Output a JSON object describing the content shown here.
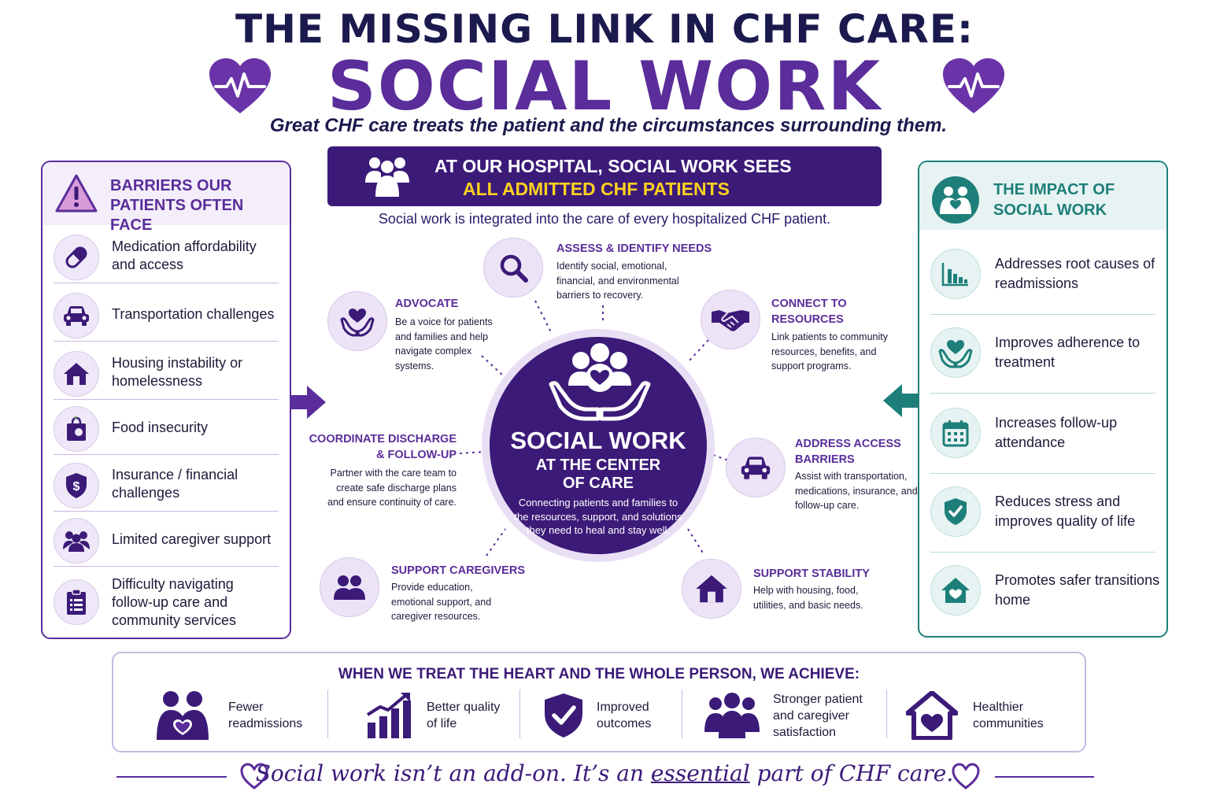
{
  "header": {
    "title_line1": "THE MISSING LINK IN CHF CARE:",
    "title_line2": "SOCIAL WORK",
    "subtitle": "Great CHF care treats the patient and the circumstances surrounding them."
  },
  "banner": {
    "line1": "AT OUR HOSPITAL, SOCIAL WORK SEES",
    "line2": "ALL ADMITTED CHF PATIENTS",
    "integrated": "Social work is integrated into the care of every hospitalized CHF patient."
  },
  "barriers": {
    "heading": "BARRIERS OUR PATIENTS OFTEN FACE",
    "items": [
      {
        "icon": "pill-icon",
        "label": "Medication affordability and access"
      },
      {
        "icon": "car-icon",
        "label": "Transportation challenges"
      },
      {
        "icon": "house-icon",
        "label": "Housing instability or homelessness"
      },
      {
        "icon": "grocery-bag-icon",
        "label": "Food insecurity"
      },
      {
        "icon": "dollar-shield-icon",
        "label": "Insurance / financial challenges"
      },
      {
        "icon": "people-icon",
        "label": "Limited caregiver support"
      },
      {
        "icon": "clipboard-icon",
        "label": "Difficulty navigating follow-up care and community services"
      }
    ]
  },
  "impact": {
    "heading": "THE IMPACT OF SOCIAL WORK",
    "items": [
      {
        "icon": "bar-chart-icon",
        "label": "Addresses root causes of readmissions"
      },
      {
        "icon": "heart-hands-icon",
        "label": "Improves adherence to treatment"
      },
      {
        "icon": "calendar-icon",
        "label": "Increases follow-up attendance"
      },
      {
        "icon": "shield-check-icon",
        "label": "Reduces stress and improves quality of life"
      },
      {
        "icon": "house-heart-icon",
        "label": "Promotes safer transitions home"
      }
    ]
  },
  "center": {
    "title": "SOCIAL WORK",
    "subtitle": "AT THE CENTER OF CARE",
    "description": "Connecting patients and families to the resources, support, and solutions they need to heal and stay well."
  },
  "services": {
    "assess": {
      "title": "ASSESS & IDENTIFY NEEDS",
      "desc": "Identify social, emotional, financial, and environmental barriers to recovery.",
      "icon": "magnifier-icon"
    },
    "advocate": {
      "title": "ADVOCATE",
      "desc": "Be a voice for patients and families and help navigate complex systems.",
      "icon": "heart-hands-icon"
    },
    "connect": {
      "title": "CONNECT TO RESOURCES",
      "desc": "Link patients to community resources, benefits, and support programs.",
      "icon": "handshake-icon"
    },
    "coordinate": {
      "title": "COORDINATE DISCHARGE & FOLLOW-UP",
      "desc": "Partner with the care team to create safe discharge plans and ensure continuity of care.",
      "icon": ""
    },
    "access": {
      "title": "ADDRESS ACCESS BARRIERS",
      "desc": "Assist with transportation, medications, insurance, and follow-up care.",
      "icon": "car-icon"
    },
    "caregivers": {
      "title": "SUPPORT CAREGIVERS",
      "desc": "Provide education, emotional support, and caregiver resources.",
      "icon": "people-icon"
    },
    "stability": {
      "title": "SUPPORT STABILITY",
      "desc": "Help with housing, food, utilities, and basic needs.",
      "icon": "house-icon"
    }
  },
  "achieve": {
    "heading": "WHEN WE TREAT THE HEART AND THE WHOLE PERSON, WE ACHIEVE:",
    "items": [
      {
        "icon": "family-heart-icon",
        "label": "Fewer readmissions"
      },
      {
        "icon": "growth-chart-icon",
        "label": "Better quality of life"
      },
      {
        "icon": "shield-check-icon",
        "label": "Improved outcomes"
      },
      {
        "icon": "group-icon",
        "label": "Stronger patient and caregiver satisfaction"
      },
      {
        "icon": "house-heart-icon",
        "label": "Healthier communities"
      }
    ]
  },
  "footer": {
    "before": "Social work isn’t an add-on. It’s an ",
    "emphasis": "essential",
    "after": " part of CHF care."
  },
  "colors": {
    "purple": "#5a2d9a",
    "dark_purple": "#3b1a78",
    "navy": "#1b1a4e",
    "teal": "#1e7f7a",
    "yellow": "#ffd21f"
  }
}
